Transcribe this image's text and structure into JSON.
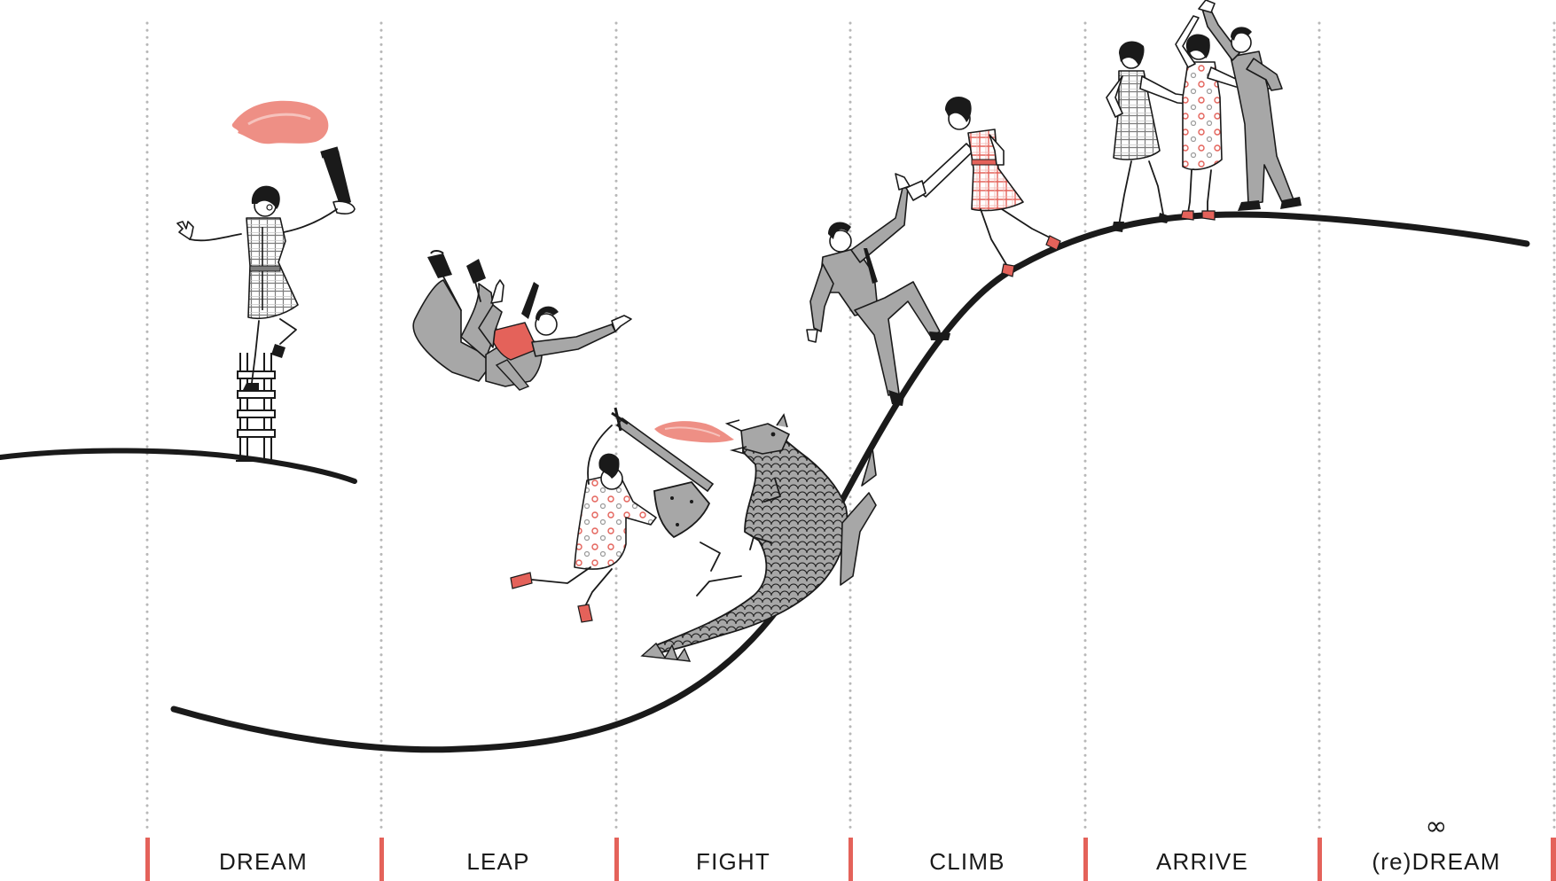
{
  "stages": [
    {
      "label": "DREAM"
    },
    {
      "label": "LEAP"
    },
    {
      "label": "FIGHT"
    },
    {
      "label": "CLIMB"
    },
    {
      "label": "ARRIVE"
    },
    {
      "label": "(re)DREAM",
      "symbol": "∞"
    }
  ],
  "colors": {
    "accent": "#e4625a",
    "flame": "#ec8378",
    "ink": "#1a1a1a",
    "divider_dots": "#b8b8b8",
    "suit_gray": "#a7a7a7",
    "background": "#ffffff"
  }
}
